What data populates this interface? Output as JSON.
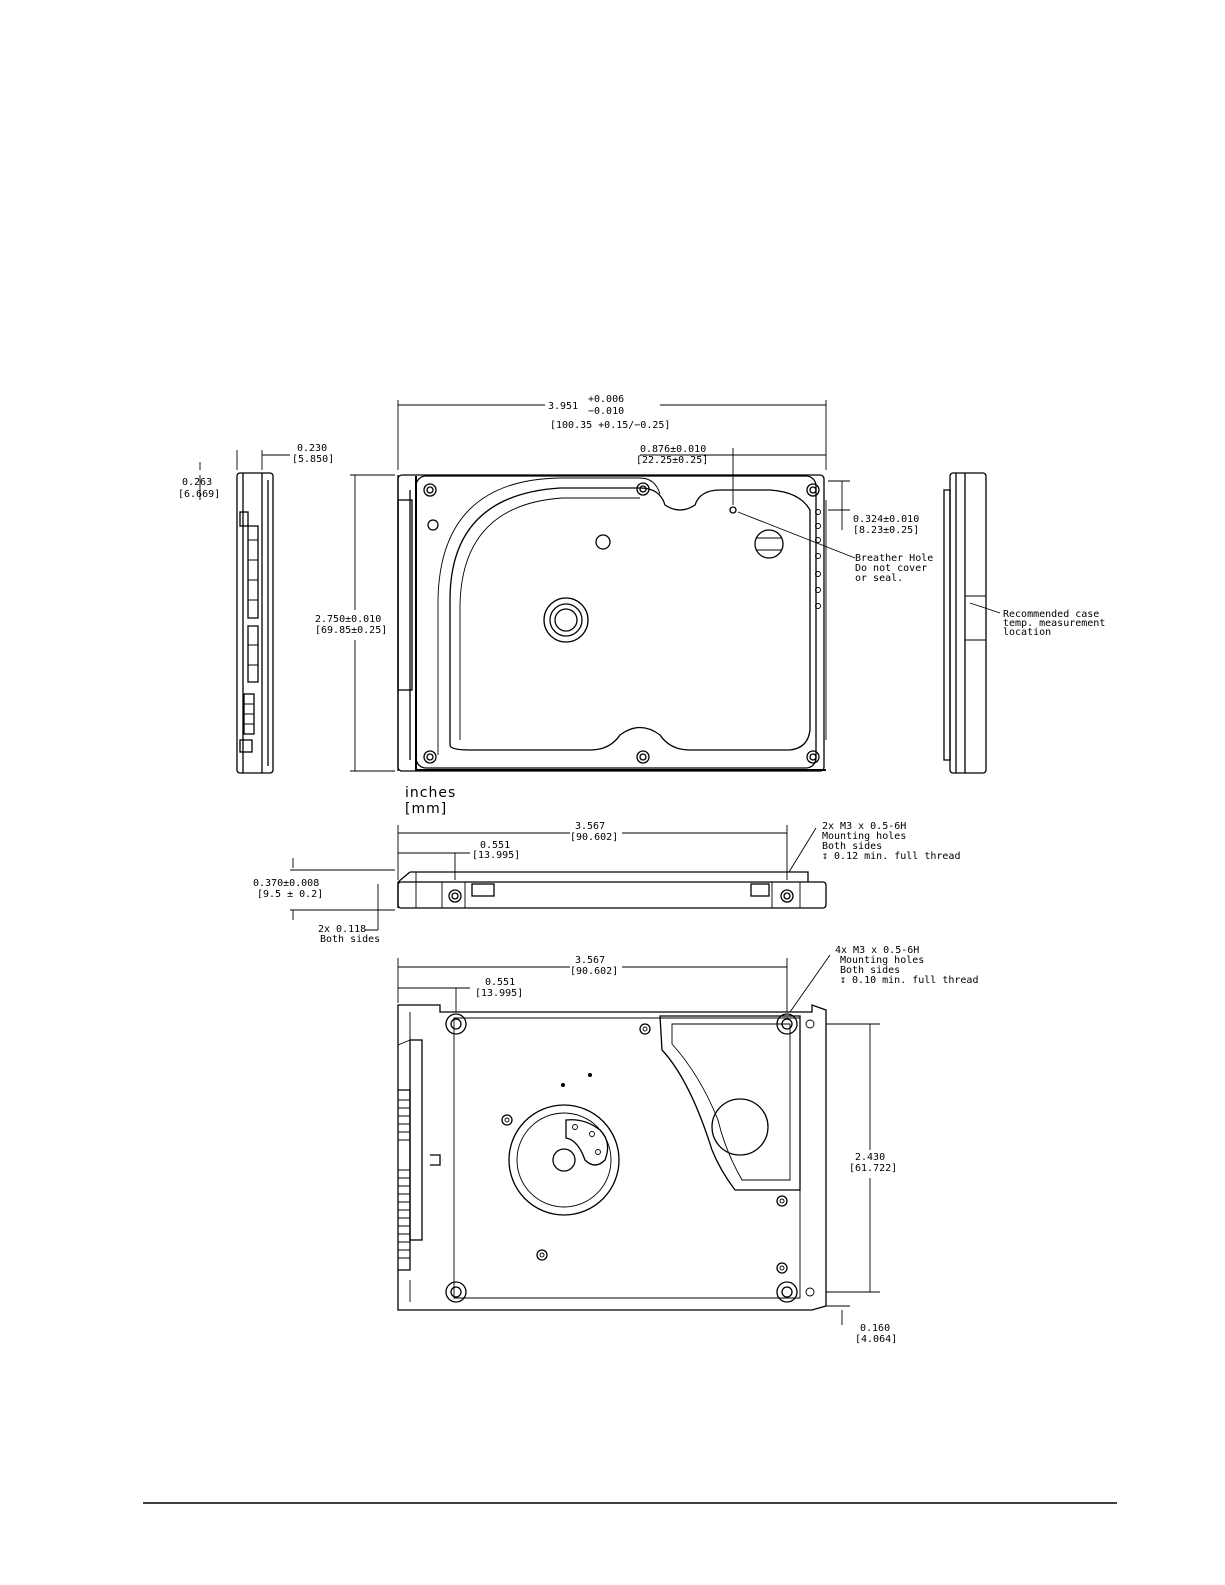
{
  "drawing": {
    "units_line1": "inches",
    "units_line2": "[mm]",
    "top_view": {
      "width_main": "3.951",
      "width_tol_plus": "+0.006",
      "width_tol_minus": "−0.010",
      "width_mm": "[100.35 +0.15/−0.25]",
      "breather_offset": "0.876±0.010",
      "breather_offset_mm": "[22.25±0.25]",
      "breather_drop": "0.324±0.010",
      "breather_drop_mm": "[8.23±0.25]",
      "breather_note_1": "Breather Hole",
      "breather_note_2": "Do not cover",
      "breather_note_3": "or seal.",
      "height": "2.750±0.010",
      "height_mm": "[69.85±0.25]"
    },
    "left_view": {
      "dim_a": "0.230",
      "dim_a_mm": "[5.850]",
      "dim_b": "0.263",
      "dim_b_mm": "[6.669]"
    },
    "right_view": {
      "note_1": "Recommended case",
      "note_2": "temp. measurement",
      "note_3": "location"
    },
    "side_view": {
      "span": "3.567",
      "span_mm": "[90.602]",
      "offset": "0.551",
      "offset_mm": "[13.995]",
      "thickness": "0.370±0.008",
      "thickness_mm": "[9.5 ± 0.2]",
      "edge": "2x 0.118",
      "edge_note": "Both sides",
      "holes_1": "2x M3 x 0.5-6H",
      "holes_2": "Mounting holes",
      "holes_3": "Both sides",
      "holes_4": "↧ 0.12 min. full thread"
    },
    "bottom_view": {
      "span": "3.567",
      "span_mm": "[90.602]",
      "offset": "0.551",
      "offset_mm": "[13.995]",
      "holes_1": "4x M3 x 0.5-6H",
      "holes_2": "Mounting holes",
      "holes_3": "Both sides",
      "holes_4": "↧ 0.10 min. full thread",
      "height": "2.430",
      "height_mm": "[61.722]",
      "edge": "0.160",
      "edge_mm": "[4.064]"
    }
  }
}
